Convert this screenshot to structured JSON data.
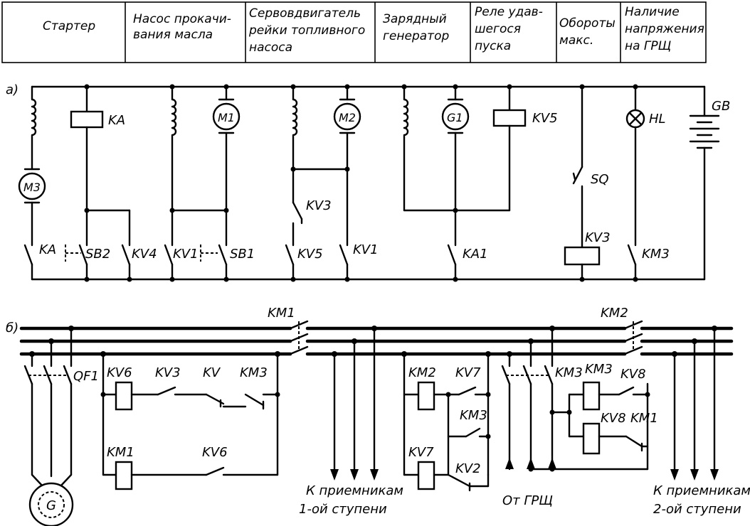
{
  "table": {
    "headers": [
      [
        "Стартер"
      ],
      [
        "Насос прокачи-",
        "вания масла"
      ],
      [
        "Сервовдвигатель",
        "рейки топливного",
        "насоса"
      ],
      [
        "Зарядный",
        "генератор"
      ],
      [
        "Реле удав-",
        "шегося",
        "пуска"
      ],
      [
        "Обороты",
        "макс."
      ],
      [
        "Наличие",
        "напряжения",
        "на ГРЩ"
      ]
    ]
  },
  "diagram_a": {
    "tag": "а)",
    "labels": {
      "KA_coil": "KA",
      "M1": "M1",
      "M2": "M2",
      "M3": "M3",
      "G1": "G1",
      "KV5_coil": "KV5",
      "HL": "HL",
      "GB": "GB",
      "SQ": "SQ",
      "KV3_contact": "KV3",
      "KA": "KA",
      "SB2": "SB2",
      "KV4": "KV4",
      "KV1a": "KV1",
      "SB1": "SB1",
      "KV5": "KV5",
      "KV1b": "KV1",
      "KA1": "KA1",
      "KV3_coil": "KV3",
      "KM3": "KM3"
    }
  },
  "diagram_b": {
    "tag": "б)",
    "labels": {
      "KM1_top": "KM1",
      "KM2_top": "KM2",
      "QF1": "QF1",
      "G": "G",
      "KV6_coil": "KV6",
      "KV3": "KV3",
      "KV": "KV",
      "KM3_a": "KM3",
      "KM1_coil": "KM1",
      "KV6_c": "KV6",
      "KM2_coil": "KM2",
      "KV7_a": "KV7",
      "KM3_b": "KM3",
      "KV7_coil": "KV7",
      "KV2": "KV2",
      "KM3_sw": "KM3",
      "KM3_coil": "KM3",
      "KV8_a": "KV8",
      "KV8_coil": "KV8",
      "KM1_c": "KM1"
    },
    "captions": {
      "cons1_line1": "К приемникам",
      "cons1_line2": "1-ой ступени",
      "grsh": "От ГРЩ",
      "cons2_line1": "К приемникам",
      "cons2_line2": "2-ой ступени"
    }
  }
}
